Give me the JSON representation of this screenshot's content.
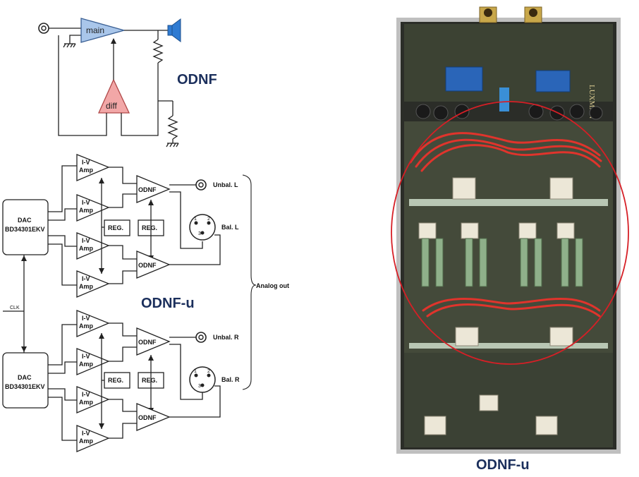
{
  "top_diagram": {
    "main_label": "main",
    "diff_label": "diff",
    "odnf_label": "ODNF"
  },
  "block_diagram": {
    "iv_label_line1": "I-V",
    "iv_label_line2": "Amp",
    "dac_label_line1": "DAC",
    "dac_label_line2": "BD34301EKV",
    "odnf_label": "ODNF",
    "reg_label": "REG.",
    "clk_label": "CLK",
    "unbal_l": "Unbal. L",
    "bal_l": "Bal. L",
    "unbal_r": "Unbal. R",
    "bal_r": "Bal. R",
    "analog_out": "Analog out",
    "xlr_pin1": "1",
    "xlr_pin2": "2",
    "xlr_pin3": "3",
    "caption": "ODNF-u"
  },
  "photo": {
    "caption": "ODNF-u",
    "board_text": "LUXMAN",
    "highlight_color": "#d61f26"
  }
}
